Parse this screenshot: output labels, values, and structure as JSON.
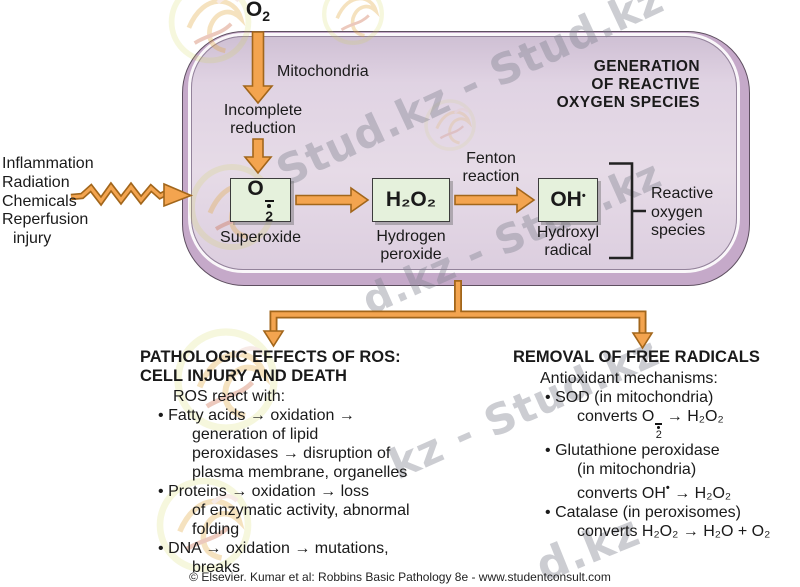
{
  "colors": {
    "arrow_fill": "#F3A44F",
    "arrow_outline": "#A2661B",
    "membrane_band": "#C5A9C9",
    "cell_fill": "#E2D5E4",
    "box_green": "#E5F1DC",
    "text": "#1A1A1A",
    "watermark_gray": "#80828E"
  },
  "watermarks": [
    {
      "text": "Stud.kz - Stud.kz"
    },
    {
      "text": "d.kz - Stud.kz"
    },
    {
      "text": "kz - Stud.kz"
    },
    {
      "text": "d.kz"
    }
  ],
  "top": {
    "oxygen_base": "O",
    "oxygen_sub": "2",
    "mitochondria_label": "Mitochondria",
    "incomplete_line1": "Incomplete",
    "incomplete_line2": "reduction"
  },
  "stimuli": {
    "line1": "Inflammation",
    "line2": "Radiation",
    "line3": "Chemicals",
    "line4": "Reperfusion",
    "line5": "injury"
  },
  "cell": {
    "title_line1": "GENERATION",
    "title_line2": "OF REACTIVE",
    "title_line3": "OXYGEN SPECIES",
    "superoxide_base": "O",
    "superoxide_sub": "2",
    "superoxide_label": "Superoxide",
    "h2o2_formula": "H₂O₂",
    "h2o2_label1": "Hydrogen",
    "h2o2_label2": "peroxide",
    "fenton_line1": "Fenton",
    "fenton_line2": "reaction",
    "oh_base": "OH",
    "oh_dot": "•",
    "oh_label1": "Hydroxyl",
    "oh_label2": "radical",
    "ros_line1": "Reactive",
    "ros_line2": "oxygen",
    "ros_line3": "species"
  },
  "left_block": {
    "title_line1": "PATHOLOGIC EFFECTS OF ROS:",
    "title_line2": "CELL INJURY AND DEATH",
    "subtitle": "ROS react with:",
    "bullet": "•",
    "item1_line1": "Fatty acids → oxidation →",
    "item1_line2": "generation of lipid",
    "item1_line3": "peroxidases → disruption of",
    "item1_line4": "plasma membrane, organelles",
    "item2_line1": "Proteins → oxidation → loss",
    "item2_line2": "of enzymatic activity, abnormal",
    "item2_line3": "folding",
    "item3_line1": "DNA → oxidation → mutations,",
    "item3_line2": "breaks"
  },
  "right_block": {
    "title": "REMOVAL OF FREE RADICALS",
    "subtitle": "Antioxidant mechanisms:",
    "bullet": "•",
    "item1_line1": "SOD (in mitochondria)",
    "item1_pre": "converts O",
    "item1_sub": "2",
    "item1_post": " → H₂O₂",
    "item2_line1": "Glutathione peroxidase",
    "item2_line2": "(in mitochondria)",
    "item2_pre": "converts OH",
    "item2_dot": "•",
    "item2_post": " → H₂O₂",
    "item3_line1": "Catalase (in peroxisomes)",
    "item3_line2": "converts H₂O₂ → H₂O + O₂"
  },
  "footer": "© Elsevier. Kumar et al: Robbins Basic Pathology 8e - www.studentconsult.com"
}
